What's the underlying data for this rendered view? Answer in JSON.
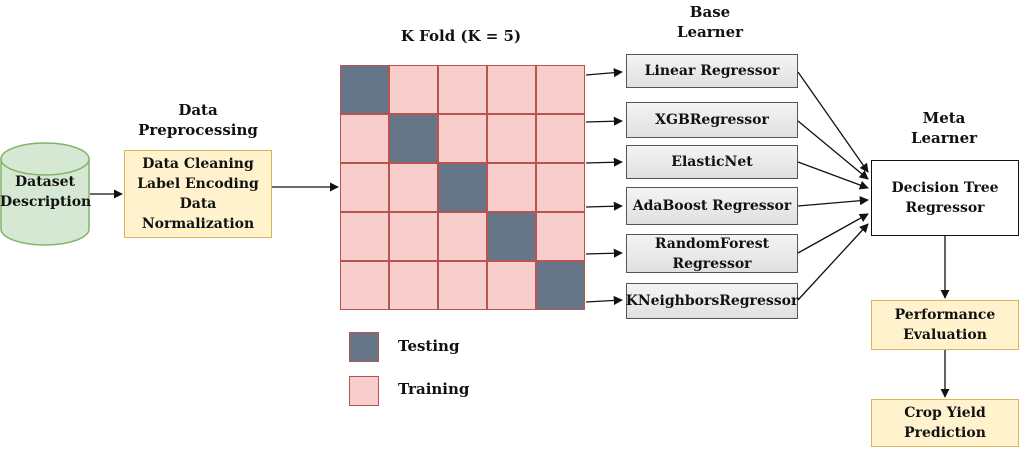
{
  "dataset": {
    "line1": "Dataset",
    "line2": "Description"
  },
  "preprocessing": {
    "title1": "Data",
    "title2": "Preprocessing",
    "steps": [
      "Data Cleaning",
      "Label Encoding",
      "Data",
      "Normalization"
    ]
  },
  "kfold": {
    "title": "K Fold (K = 5)",
    "k": 5,
    "testing_color": "#647687",
    "training_color": "#f8cecc"
  },
  "legend": {
    "testing": "Testing",
    "training": "Training"
  },
  "base_learner": {
    "title1": "Base",
    "title2": "Learner",
    "models": [
      [
        "Linear Regressor"
      ],
      [
        "XGBRegressor"
      ],
      [
        "ElasticNet"
      ],
      [
        "AdaBoost Regressor"
      ],
      [
        "RandomForest",
        "Regressor"
      ],
      [
        "KNeighborsRegressor"
      ]
    ]
  },
  "meta_learner": {
    "title1": "Meta",
    "title2": "Learner",
    "model_line1": "Decision Tree",
    "model_line2": "Regressor"
  },
  "evaluation": {
    "line1": "Performance",
    "line2": "Evaluation"
  },
  "prediction": {
    "line1": "Crop Yield",
    "line2": "Prediction"
  }
}
